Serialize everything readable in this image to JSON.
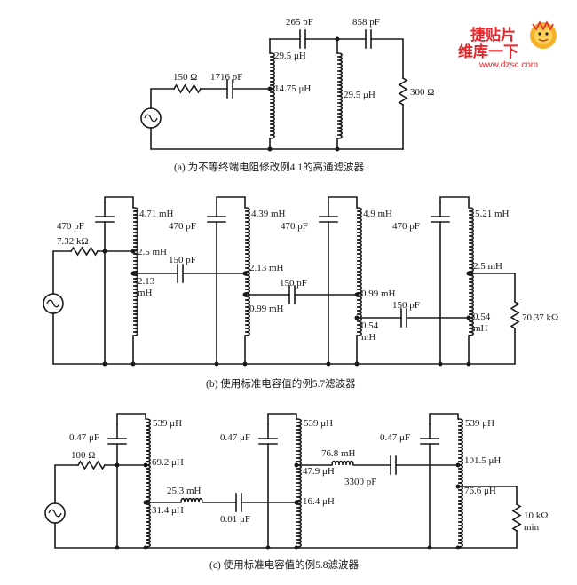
{
  "watermark": {
    "top_text": "捷贴片",
    "brand": "维库一下",
    "url": "www.dzsc.com",
    "color": "#e8262b",
    "icon": "cartoon-mascot-icon"
  },
  "circuit_a": {
    "caption": "(a)  为不等终端电阻修改例4.1的高通滤波器",
    "labels": {
      "r_source": "150 Ω",
      "c_series1": "1716 pF",
      "c_top1": "265 pF",
      "c_top2": "858 pF",
      "l_tap_top": "29.5 μH",
      "l_tap_mid": "14.75 μH",
      "l_shunt": "29.5 μH",
      "r_load": "300 Ω"
    }
  },
  "circuit_b": {
    "caption": "(b)  使用标准电容值的例5.7滤波器",
    "labels": {
      "c1": "470 pF",
      "c2": "470 pF",
      "c3": "470 pF",
      "c4": "470 pF",
      "r_source": "7.32 kΩ",
      "l1_total": "4.71 mH",
      "l1_tap": "2.5 mH",
      "l1_bottom_a": "2.13",
      "l1_bottom_b": "mH",
      "c_series1": "150 pF",
      "l2_total": "4.39 mH",
      "l2_tap": "2.13 mH",
      "l2_bottom": "0.99 mH",
      "c_series2": "150 pF",
      "l3_total": "4.9 mH",
      "l3_tap": "0.99 mH",
      "l3_bottom_a": "0.54",
      "l3_bottom_b": "mH",
      "c_series3": "150 pF",
      "l4_total": "5.21 mH",
      "l4_tap": "2.5 mH",
      "l4_bottom_a": "0.54",
      "l4_bottom_b": "mH",
      "r_load": "70.37 kΩ"
    }
  },
  "circuit_c": {
    "caption": "(c)  使用标准电容值的例5.8滤波器",
    "labels": {
      "c1": "0.47 μF",
      "r_source": "100 Ω",
      "l1_total": "539 μH",
      "l1_tap": "69.2 μH",
      "l1_bottom": "31.4 μH",
      "l_series1": "25.3 mH",
      "c_series1": "0.01 μF",
      "c2": "0.47 μF",
      "l2_total": "539 μH",
      "l2_tap_a": "47.9 μH",
      "l2_tap_b": "16.4 μH",
      "l_series2": "76.8 mH",
      "c_series2": "3300 pF",
      "c3": "0.47 μF",
      "l3_total": "539 μH",
      "l3_tap_a": "101.5 μH",
      "l3_tap_b": "76.6 μH",
      "r_load_a": "10 kΩ",
      "r_load_b": "min"
    }
  }
}
